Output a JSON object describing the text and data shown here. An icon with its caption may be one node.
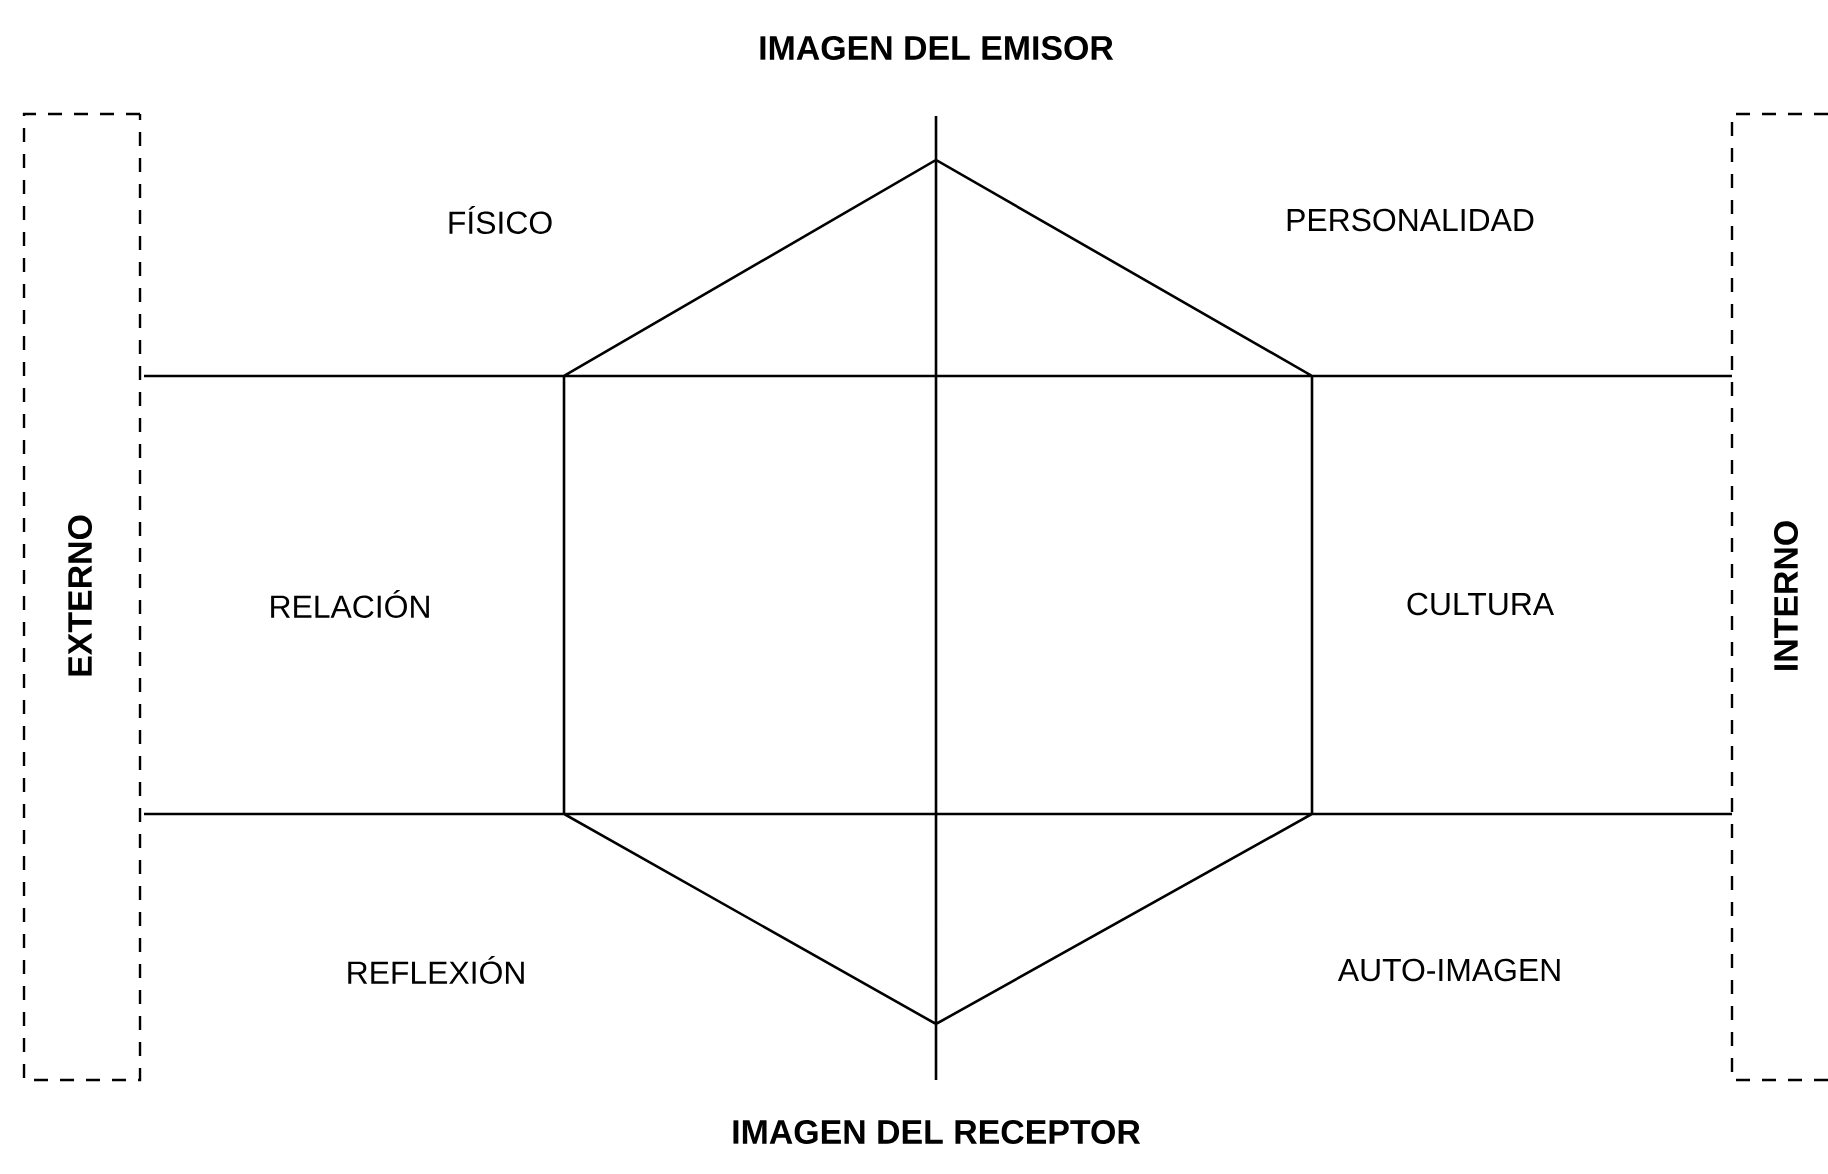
{
  "diagram": {
    "title": "IMAGEN DEL EMISOR",
    "caption": "IMAGEN DEL RECEPTOR",
    "nodes": [
      {
        "text": [
          "EXTERNO"
        ]
      },
      {
        "text": [
          "INTERNO"
        ]
      }
    ],
    "labels": [
      "FÍSICO",
      "PERSONALIDAD",
      "RELACIÓN",
      "CULTURA",
      "REFLEXIÓN",
      "AUTO-IMAGEN"
    ]
  }
}
